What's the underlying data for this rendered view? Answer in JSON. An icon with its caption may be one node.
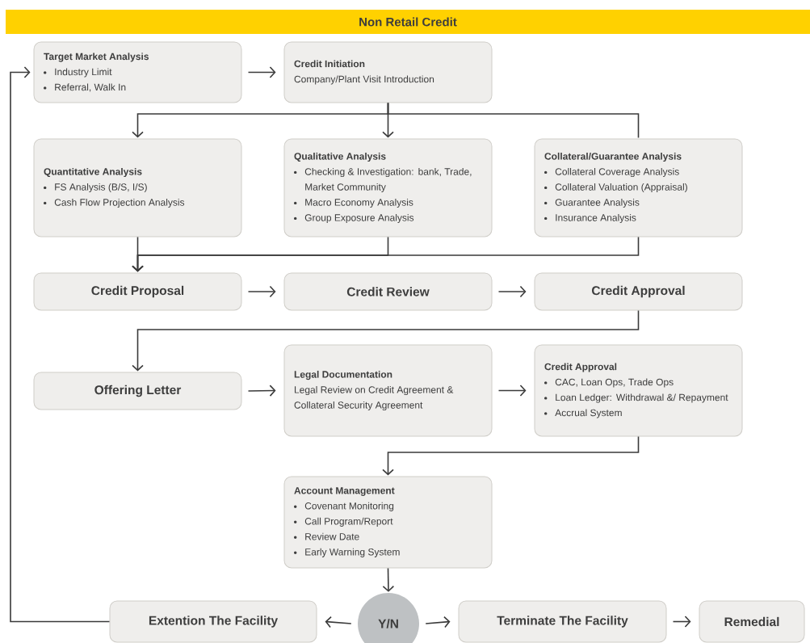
{
  "diagram": {
    "title": "Non Retail Credit",
    "nodes": [
      {
        "text": [
          "Target Market Analysis",
          "Industry Limit",
          "Referral, Walk In"
        ]
      },
      {
        "text": [
          "Credit Initiation",
          "Company/Plant Visit Introduction"
        ]
      },
      {
        "text": [
          "Quantitative Analysis",
          "FS Analysis (B/S, I/S)",
          "Cash Flow Projection Analysis"
        ]
      },
      {
        "text": [
          "Qualitative Analysis",
          "Checking & Investigation: bank, Trade, Market Community",
          "Macro Economy Analysis",
          "Group Exposure Analysis"
        ]
      },
      {
        "text": [
          "Collateral/Guarantee Analysis",
          "Collateral Coverage Analysis",
          "Collateral Valuation (Appraisal)",
          "Guarantee Analysis",
          "Insurance Analysis"
        ]
      },
      {
        "text": [
          "Credit Proposal"
        ]
      },
      {
        "text": [
          "Credit Review"
        ]
      },
      {
        "text": [
          "Credit Approval"
        ]
      },
      {
        "text": [
          "Offering Letter"
        ]
      },
      {
        "text": [
          "Legal Documentation",
          "Legal Review on Credit Agreement & Collateral Security Agreement"
        ]
      },
      {
        "text": [
          "Credit Approval",
          "CAC, Loan Ops, Trade Ops",
          "Loan Ledger: Withdrawal &/ Repayment",
          "Accrual System"
        ]
      },
      {
        "text": [
          "Account Management",
          "Covenant Monitoring",
          "Call Program/Report",
          "Review Date",
          "Early Warning System"
        ]
      },
      {
        "text": [
          "Extention The Facility"
        ]
      },
      {
        "text": [
          "Y/N"
        ]
      },
      {
        "text": [
          "Terminate The Facility"
        ]
      },
      {
        "text": [
          "Remedial"
        ]
      }
    ],
    "edges": [
      {
        "from": 0,
        "to": 1,
        "arrow": "to"
      },
      {
        "from": 1,
        "to": 2,
        "arrow": "to"
      },
      {
        "from": 1,
        "to": 3,
        "arrow": "to"
      },
      {
        "from": 1,
        "to": 4,
        "arrow": "none"
      },
      {
        "from": 2,
        "to": 5,
        "arrow": "to"
      },
      {
        "from": 3,
        "to": 5,
        "arrow": "to"
      },
      {
        "from": 4,
        "to": 5,
        "arrow": "to"
      },
      {
        "from": 5,
        "to": 6,
        "arrow": "to"
      },
      {
        "from": 6,
        "to": 7,
        "arrow": "to"
      },
      {
        "from": 7,
        "to": 8,
        "arrow": "to"
      },
      {
        "from": 8,
        "to": 9,
        "arrow": "to"
      },
      {
        "from": 9,
        "to": 10,
        "arrow": "to"
      },
      {
        "from": 10,
        "to": 11,
        "arrow": "to"
      },
      {
        "from": 11,
        "to": 13,
        "arrow": "to"
      },
      {
        "from": 13,
        "to": 12,
        "arrow": "to"
      },
      {
        "from": 13,
        "to": 14,
        "arrow": "to"
      },
      {
        "from": 14,
        "to": 15,
        "arrow": "to"
      },
      {
        "from": 12,
        "to": 0,
        "arrow": "to"
      }
    ]
  }
}
